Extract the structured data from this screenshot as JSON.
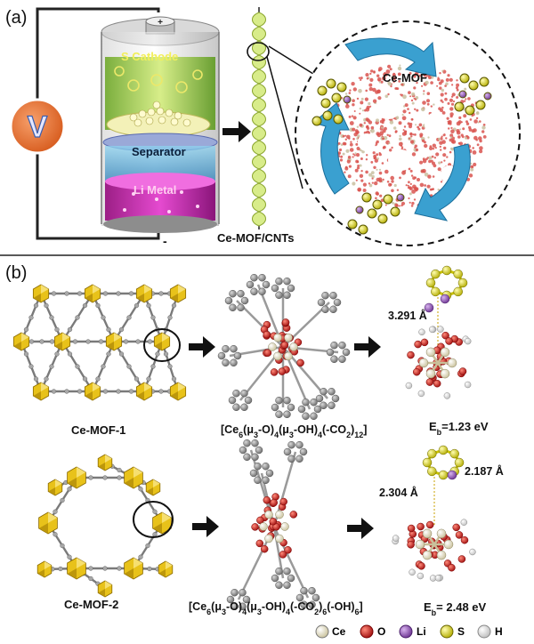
{
  "panel_a": {
    "tag": "(a)",
    "voltmeter": "V",
    "plus_sign": "+",
    "minus_sign": "-",
    "s_cathode": "S Cathode",
    "separator": "Separator",
    "li_metal": "Li Metal",
    "composite": "Ce-MOF/CNTs",
    "mof": "Ce-MOF"
  },
  "panel_b": {
    "tag": "(b)",
    "row1": {
      "framework": "Ce-MOF-1",
      "cluster_formula": {
        "pre": "[Ce",
        "s1": "6",
        "p1": "(μ",
        "s2": "3",
        "p2": "-O)",
        "s3": "4",
        "p3": "(μ",
        "s4": "3",
        "p4": "-OH)",
        "s5": "4",
        "p5": "(-CO",
        "s6": "2",
        "p6": ")",
        "s7": "12",
        "post": "]"
      },
      "distance": "3.291 Å",
      "eb_label": "E",
      "eb_sub": "b",
      "eb_value": "=1.23 eV"
    },
    "row2": {
      "framework": "Ce-MOF-2",
      "cluster_formula": {
        "pre": "[Ce",
        "s1": "6",
        "p1": "(μ",
        "s2": "3",
        "p2": "-O)",
        "s3": "4",
        "p3": "(μ",
        "s4": "3",
        "p4": "-OH)",
        "s5": "4",
        "p5": "(-CO",
        "s6": "2",
        "p6": ")",
        "s7": "6",
        "p7": "(-OH)",
        "s8": "6",
        "post": "]"
      },
      "distance1": "2.304 Å",
      "distance2": "2.187 Å",
      "eb_label": "E",
      "eb_sub": "b",
      "eb_value": "= 2.48 eV"
    },
    "legend": {
      "ce": "Ce",
      "o": "O",
      "li": "Li",
      "s": "S",
      "h": "H"
    }
  },
  "colors": {
    "ce": "#f3efc9",
    "o": "#d9231f",
    "li": "#9a5cc0",
    "s": "#e6e000",
    "h": "#f2f2f2",
    "polyhedra": "#e8c21a",
    "voltmeter": "#e8763a",
    "arrow": "#111111"
  }
}
